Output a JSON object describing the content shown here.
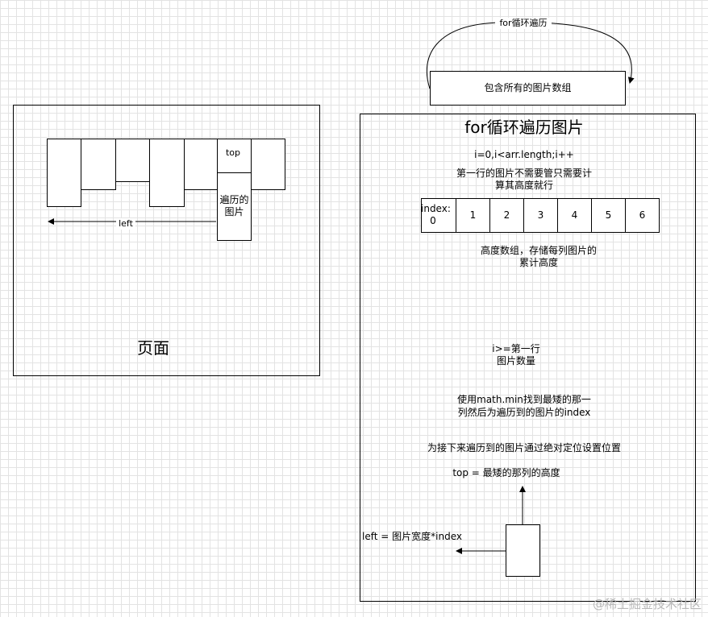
{
  "left_panel": {
    "traversed_image_label": "遍历的\n图片",
    "top_label": "top",
    "left_label": "left",
    "page_label": "页面"
  },
  "right_panel": {
    "loop_label": "for循环遍历",
    "array_box_label": "包含所有的图片数组",
    "title": "for循环遍历图片",
    "loop_condition": "i=0,i<arr.length;i++",
    "first_row_note": "第一行的图片不需要管只需要计\n算其高度就行",
    "height_cells": [
      "index:\n0",
      "1",
      "2",
      "3",
      "4",
      "5",
      "6"
    ],
    "height_array_note": "高度数组，存储每列图片的\n累计高度",
    "condition_note": "i>=第一行\n图片数量",
    "min_note": "使用math.min找到最矮的那一\n列然后为遍历到的图片的index",
    "position_note": "为接下来遍历到的图片通过绝对定位设置位置",
    "top_formula": "top  = 最矮的那列的高度",
    "left_formula": "left = 图片宽度*index"
  },
  "watermark": "@稀土掘金技术社区"
}
